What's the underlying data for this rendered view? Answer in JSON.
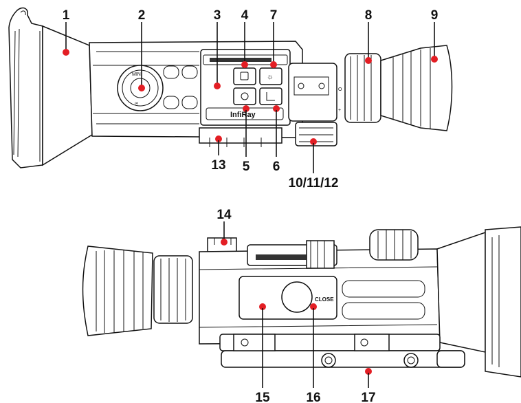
{
  "colors": {
    "marker": "#e31e24",
    "ink": "#111111",
    "background": "#ffffff"
  },
  "device_labels": {
    "brand": "InfiRay",
    "close": "CLOSE"
  },
  "callouts": [
    {
      "id": "1",
      "label": "1"
    },
    {
      "id": "2",
      "label": "2"
    },
    {
      "id": "3",
      "label": "3"
    },
    {
      "id": "4",
      "label": "4"
    },
    {
      "id": "7",
      "label": "7"
    },
    {
      "id": "8",
      "label": "8"
    },
    {
      "id": "9",
      "label": "9"
    },
    {
      "id": "13",
      "label": "13"
    },
    {
      "id": "5",
      "label": "5"
    },
    {
      "id": "6",
      "label": "6"
    },
    {
      "id": "10_11_12",
      "label": "10/11/12"
    },
    {
      "id": "14",
      "label": "14"
    },
    {
      "id": "15",
      "label": "15"
    },
    {
      "id": "16",
      "label": "16"
    },
    {
      "id": "17",
      "label": "17"
    }
  ]
}
